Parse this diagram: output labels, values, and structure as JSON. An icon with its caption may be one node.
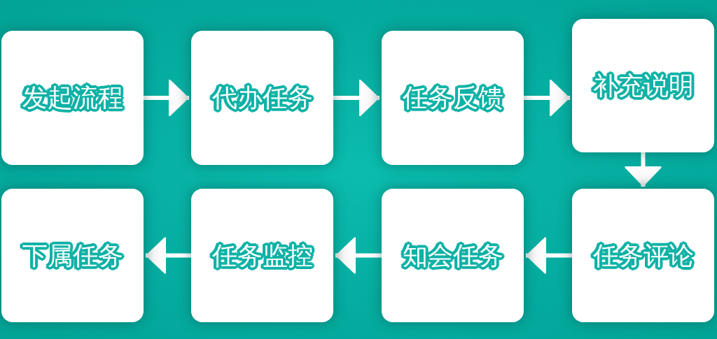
{
  "diagram": {
    "nodes": [
      {
        "text": [
          "发起流程"
        ]
      },
      {
        "text": [
          "代办任务"
        ]
      },
      {
        "text": [
          "任务反馈"
        ]
      },
      {
        "text": [
          "补充说明"
        ]
      },
      {
        "text": [
          "任务评论"
        ]
      },
      {
        "text": [
          "知会任务"
        ]
      },
      {
        "text": [
          "任务监控"
        ]
      },
      {
        "text": [
          "下属任务"
        ]
      }
    ],
    "edges": [
      {
        "from": 0,
        "to": 1,
        "arrow": "to"
      },
      {
        "from": 1,
        "to": 2,
        "arrow": "to"
      },
      {
        "from": 2,
        "to": 3,
        "arrow": "to"
      },
      {
        "from": 3,
        "to": 4,
        "arrow": "to"
      },
      {
        "from": 4,
        "to": 5,
        "arrow": "to"
      },
      {
        "from": 5,
        "to": 6,
        "arrow": "to"
      },
      {
        "from": 6,
        "to": 7,
        "arrow": "to"
      }
    ]
  }
}
